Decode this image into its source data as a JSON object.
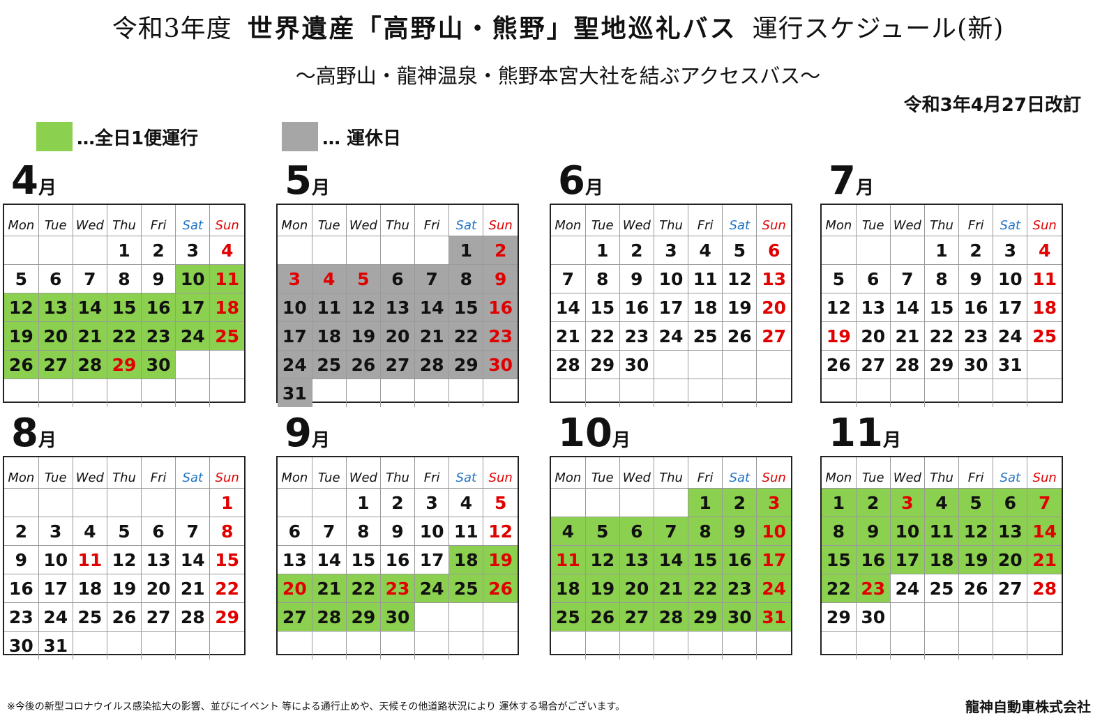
{
  "header": {
    "title_prefix": "令和3年度",
    "title_main": "世界遺産「高野山・熊野」聖地巡礼バス",
    "title_suffix": "運行スケジュール(新)",
    "subtitle": "～高野山・龍神温泉・熊野本宮大社を結ぶアクセスバス～",
    "revision": "令和3年4月27日改訂"
  },
  "legend": {
    "operating": "…全日1便運行",
    "closed": "…  運休日"
  },
  "colors": {
    "operating": "#8cd04f",
    "closed": "#a6a6a6",
    "sunday_holiday": "#e00000",
    "saturday": "#1f72c4"
  },
  "weekdays": [
    "Mon",
    "Tue",
    "Wed",
    "Thu",
    "Fri",
    "Sat",
    "Sun"
  ],
  "month_unit": "月",
  "months": [
    {
      "label": "4",
      "days": 30,
      "offset": 3,
      "red": [
        4,
        11,
        18,
        25,
        29
      ],
      "operating": [
        10,
        11,
        12,
        13,
        14,
        15,
        16,
        17,
        18,
        19,
        20,
        21,
        22,
        23,
        24,
        25,
        26,
        27,
        28,
        29,
        30
      ],
      "closed": []
    },
    {
      "label": "5",
      "days": 31,
      "offset": 5,
      "red": [
        2,
        3,
        4,
        5,
        9,
        16,
        23,
        30
      ],
      "operating": [],
      "closed": [
        1,
        2,
        3,
        4,
        5,
        6,
        7,
        8,
        9,
        10,
        11,
        12,
        13,
        14,
        15,
        16,
        17,
        18,
        19,
        20,
        21,
        22,
        23,
        24,
        25,
        26,
        27,
        28,
        29,
        30,
        31
      ]
    },
    {
      "label": "6",
      "days": 30,
      "offset": 1,
      "red": [
        6,
        13,
        20,
        27
      ],
      "operating": [],
      "closed": []
    },
    {
      "label": "7",
      "days": 31,
      "offset": 3,
      "red": [
        4,
        11,
        18,
        19,
        25
      ],
      "operating": [],
      "closed": []
    },
    {
      "label": "8",
      "days": 31,
      "offset": 6,
      "red": [
        1,
        8,
        11,
        15,
        22,
        29
      ],
      "operating": [],
      "closed": []
    },
    {
      "label": "9",
      "days": 30,
      "offset": 2,
      "red": [
        5,
        12,
        19,
        20,
        23,
        26
      ],
      "operating": [
        18,
        19,
        20,
        21,
        22,
        23,
        24,
        25,
        26,
        27,
        28,
        29,
        30
      ],
      "closed": []
    },
    {
      "label": "10",
      "days": 31,
      "offset": 4,
      "red": [
        3,
        10,
        11,
        17,
        24,
        31
      ],
      "operating": [
        1,
        2,
        3,
        4,
        5,
        6,
        7,
        8,
        9,
        10,
        11,
        12,
        13,
        14,
        15,
        16,
        17,
        18,
        19,
        20,
        21,
        22,
        23,
        24,
        25,
        26,
        27,
        28,
        29,
        30,
        31
      ],
      "closed": []
    },
    {
      "label": "11",
      "days": 30,
      "offset": 0,
      "red": [
        3,
        7,
        14,
        21,
        23,
        28
      ],
      "operating": [
        1,
        2,
        3,
        4,
        5,
        6,
        7,
        8,
        9,
        10,
        11,
        12,
        13,
        14,
        15,
        16,
        17,
        18,
        19,
        20,
        21,
        22,
        23
      ],
      "closed": []
    }
  ],
  "footnote": "※今後の新型コロナウイルス感染拡大の影響、並びにイベント 等による通行止めや、天候その他道路状況により 運休する場合がございます。",
  "company": "龍神自動車株式会社"
}
